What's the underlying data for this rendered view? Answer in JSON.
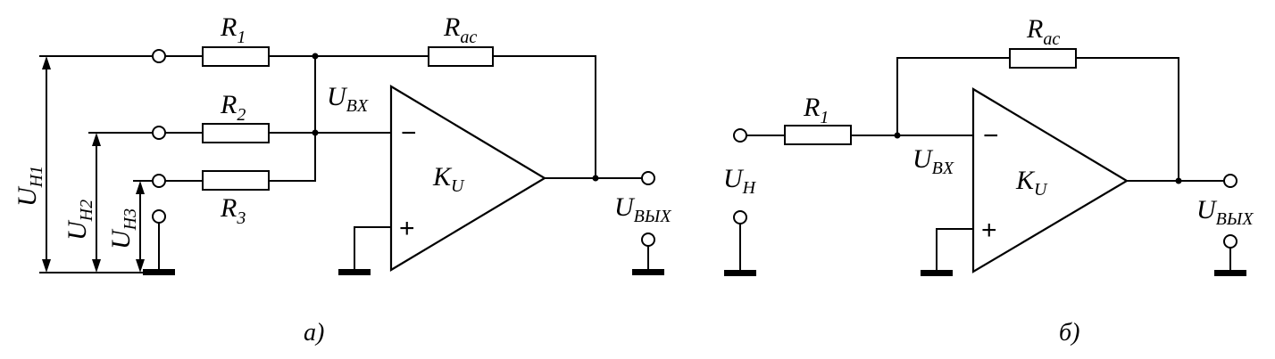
{
  "diagram_a": {
    "r1": {
      "main": "R",
      "sub": "1"
    },
    "r2": {
      "main": "R",
      "sub": "2"
    },
    "r3": {
      "main": "R",
      "sub": "3"
    },
    "rac": {
      "main": "R",
      "sub": "ac"
    },
    "uin": {
      "main": "U",
      "sub": "BX"
    },
    "ku": {
      "main": "K",
      "sub": "U"
    },
    "uout": {
      "main": "U",
      "sub": "BЫX"
    },
    "uh1": {
      "main": "U",
      "sub": "H1"
    },
    "uh2": {
      "main": "U",
      "sub": "H2"
    },
    "uh3": {
      "main": "U",
      "sub": "H3"
    },
    "minus": "−",
    "plus": "+",
    "caption": "а)"
  },
  "diagram_b": {
    "r1": {
      "main": "R",
      "sub": "1"
    },
    "rac": {
      "main": "R",
      "sub": "ac"
    },
    "uin": {
      "main": "U",
      "sub": "BX"
    },
    "ku": {
      "main": "K",
      "sub": "U"
    },
    "uout": {
      "main": "U",
      "sub": "BЫX"
    },
    "uh": {
      "main": "U",
      "sub": "H"
    },
    "minus": "−",
    "plus": "+",
    "caption": "б)"
  }
}
